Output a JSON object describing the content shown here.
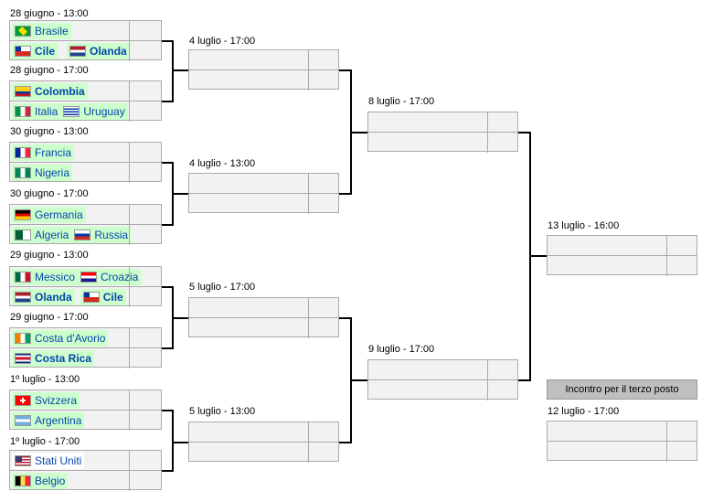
{
  "r16": [
    {
      "date": "28 giugno - 13:00",
      "t1": "Brasile",
      "t1w": false,
      "t2a": "Cile",
      "t2b": "Olanda",
      "t2w": true
    },
    {
      "date": "28 giugno - 17:00",
      "t1": "Colombia",
      "t1w": true,
      "t2a": "Italia",
      "t2b": "Uruguay",
      "t2w": false
    },
    {
      "date": "30 giugno - 13:00",
      "t1": "Francia",
      "t1w": false,
      "t2": "Nigeria",
      "t2w": false
    },
    {
      "date": "30 giugno - 17:00",
      "t1": "Germania",
      "t1w": false,
      "t2a": "Algeria",
      "t2b": "Russia",
      "t2w": false
    },
    {
      "date": "29 giugno - 13:00",
      "t1a": "Messico",
      "t1b": "Croazia",
      "t1w": false,
      "t2a": "Olanda",
      "t2b": "Cile",
      "t2w": true
    },
    {
      "date": "29 giugno - 17:00",
      "t1": "Costa d'Avorio",
      "t1w": false,
      "t2": "Costa Rica",
      "t2w": true
    },
    {
      "date": "1º luglio - 13:00",
      "t1": "Svizzera",
      "t1w": false,
      "t2": "Argentina",
      "t2w": false
    },
    {
      "date": "1º luglio - 17:00",
      "t1": "Stati Uniti",
      "t1w": false,
      "t2": "Belgio",
      "t2w": false
    }
  ],
  "qf_dates": [
    "4 luglio - 17:00",
    "4 luglio - 13:00",
    "5 luglio - 17:00",
    "5 luglio - 13:00"
  ],
  "sf_dates": [
    "8 luglio - 17:00",
    "9 luglio - 17:00"
  ],
  "final_date": "13 luglio - 16:00",
  "third_place": {
    "label": "Incontro per il terzo posto",
    "date": "12 luglio - 17:00"
  }
}
